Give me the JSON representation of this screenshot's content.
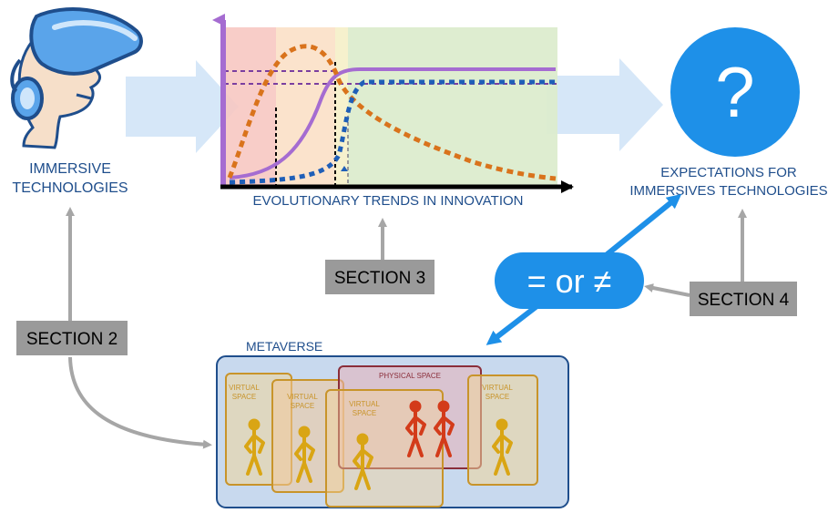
{
  "immersive": {
    "label_line1": "IMMERSIVE",
    "label_line2": "TECHNOLOGIES"
  },
  "trends": {
    "label": "EVOLUTIONARY TRENDS IN INNOVATION"
  },
  "expectations": {
    "symbol": "?",
    "label_line1": "EXPECTATIONS FOR",
    "label_line2": "IMMERSIVES TECHNOLOGIES"
  },
  "sections": {
    "s2": "SECTION 2",
    "s3": "SECTION 3",
    "s4": "SECTION 4"
  },
  "comparison": {
    "label": "= or ≠"
  },
  "metaverse": {
    "title": "METAVERSE",
    "physical": "PHYSICAL SPACE",
    "virtual_line1": "VIRTUAL",
    "virtual_line2": "SPACE"
  },
  "colors": {
    "blue_text": "#1f4e8c",
    "bright_blue": "#1e90e8",
    "light_arrow": "#cfe3f7",
    "gray_box": "#9a9a9a",
    "purple": "#a56cd1",
    "orange": "#d9731c",
    "dotted_blue": "#1f5fb8",
    "figure_yellow": "#d9a514",
    "figure_red": "#d33b1a"
  }
}
